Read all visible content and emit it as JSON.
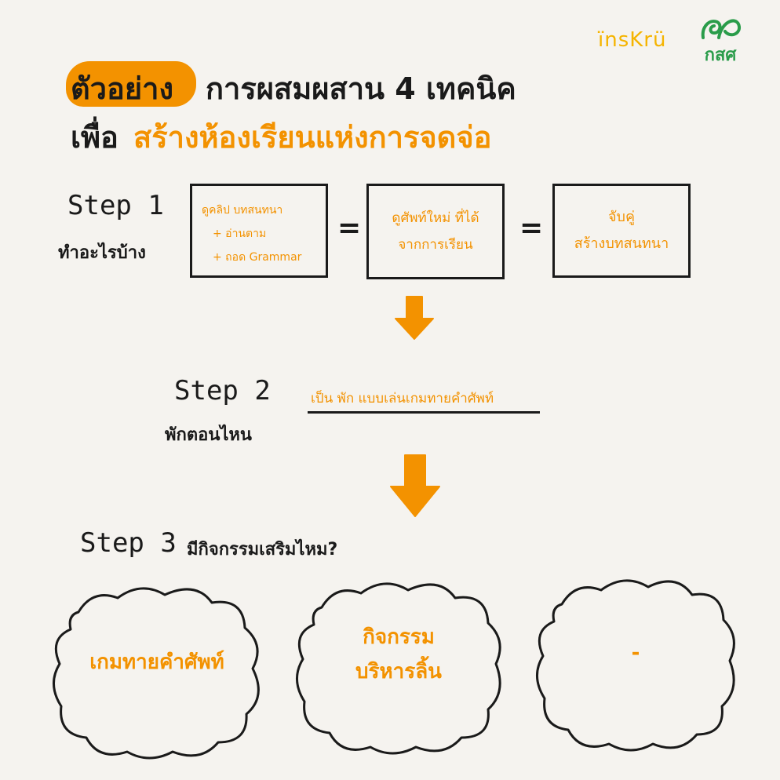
{
  "logos": {
    "inskru": "ïnsKrü",
    "kosok": "กสศ"
  },
  "title": {
    "highlight": "ตัวอย่าง",
    "line1_rest": "การผสมผสาน 4 เทคนิค",
    "line2_prefix": "เพื่อ",
    "line2_accent": "สร้างห้องเรียนแห่งการจดจ่อ"
  },
  "step1": {
    "title": "Step 1",
    "subtitle": "ทำอะไรบ้าง",
    "box1_lines": [
      "ดูคลิป บทสนทนา",
      "+ อ่านตาม",
      "+ ถอด Grammar"
    ],
    "box2_lines": [
      "ดูศัพท์ใหม่ ที่ได้",
      "จากการเรียน"
    ],
    "box3_lines": [
      "จับคู่",
      "สร้างบทสนทนา"
    ],
    "equals": "="
  },
  "step2": {
    "title": "Step 2",
    "subtitle": "พักตอนไหน",
    "answer": "เป็น พัก แบบเล่นเกมทายคำศัพท์"
  },
  "step3": {
    "title": "Step 3",
    "question": "มีกิจกรรมเสริมไหม?",
    "clouds": [
      {
        "lines": [
          "เกมทายคำศัพท์"
        ]
      },
      {
        "lines": [
          "กิจกรรม",
          "บริหารลิ้น"
        ]
      },
      {
        "lines": [
          "-"
        ]
      }
    ]
  },
  "colors": {
    "accent": "#f39200",
    "ink": "#1a1a1a",
    "background": "#f5f3ef"
  }
}
